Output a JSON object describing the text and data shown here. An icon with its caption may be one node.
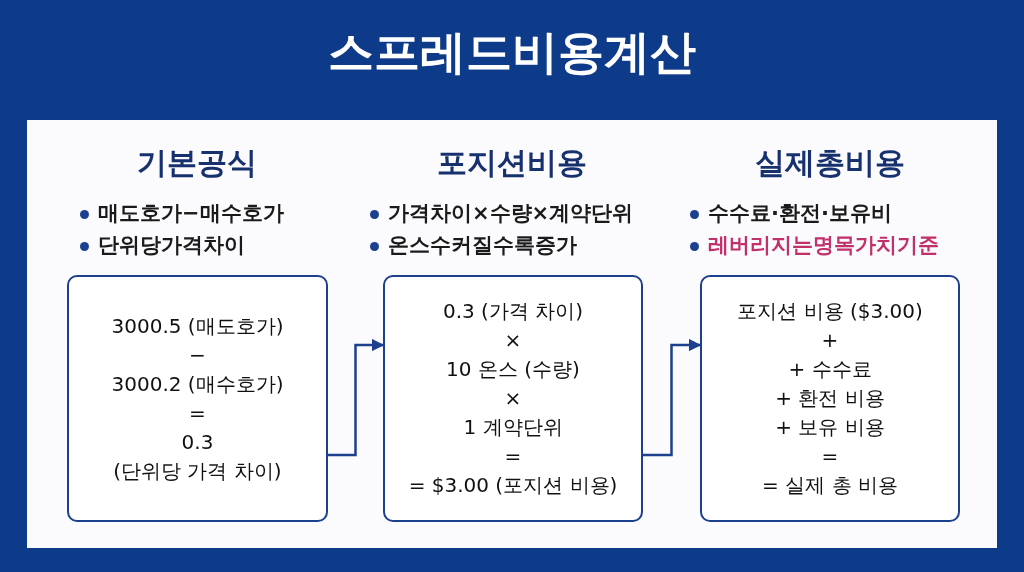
{
  "diagram": {
    "title": "스프레드비용계산",
    "nodes": [
      {
        "text": [
          "3000.5 (매도호가)",
          "−",
          "3000.2 (매수호가)",
          "=",
          "0.3",
          "(단위당 가격 차이)"
        ]
      },
      {
        "text": [
          "0.3 (가격 차이)",
          "×",
          "10 온스 (수량)",
          "×",
          "1 계약단위",
          "=",
          "= $3.00 (포지션 비용)"
        ]
      },
      {
        "text": [
          "포지션 비용 ($3.00)",
          "+",
          "+ 수수료",
          "+ 환전 비용",
          "+ 보유 비용",
          "=",
          "= 실제 총 비용"
        ]
      }
    ],
    "edges": [
      {
        "from": 0,
        "to": 1,
        "arrow": "to"
      },
      {
        "from": 1,
        "to": 2,
        "arrow": "to"
      }
    ],
    "labels": [
      "기본공식",
      "포지션비용",
      "실제총비용",
      "매도호가−매수호가",
      "가격차이×수량×계약단위",
      "수수료·환전·보유비",
      "단위당가격차이",
      "온스수커질수록증가",
      "레버리지는명목가치기준"
    ]
  }
}
